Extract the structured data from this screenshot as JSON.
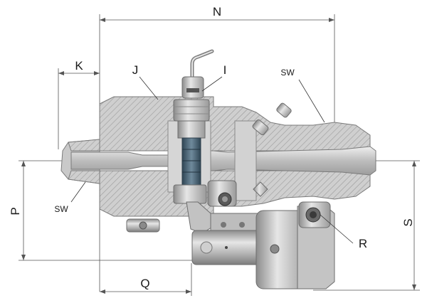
{
  "labels": {
    "N": "N",
    "K": "K",
    "J": "J",
    "I": "I",
    "SW_top": "SW",
    "SW_left": "SW",
    "P": "P",
    "Q": "Q",
    "R": "R",
    "S": "S"
  },
  "colors": {
    "metal_light": "#d9d9d9",
    "metal_mid": "#bdbdbd",
    "metal_dark": "#8f8f8f",
    "stem_blue": "#4d6577",
    "hatch": "#9a9a9a"
  }
}
